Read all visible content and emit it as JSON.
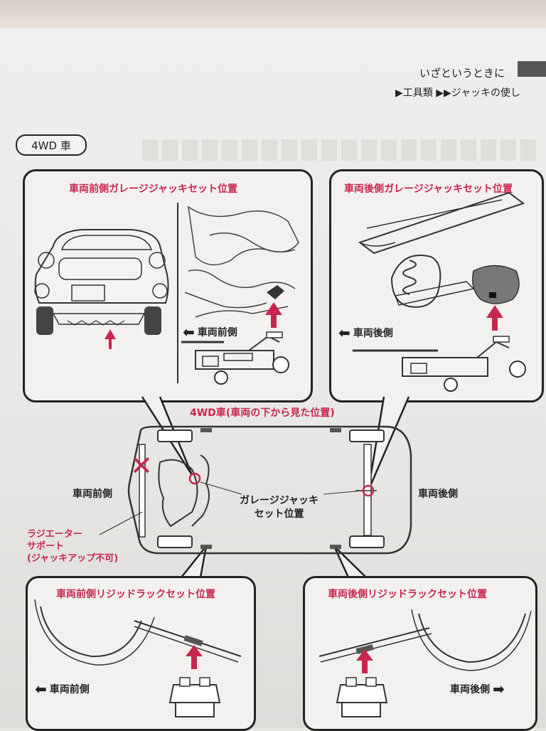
{
  "header": {
    "title": "いざというときに",
    "breadcrumb": "▶工具類 ▶▶ジャッキの使し"
  },
  "section_tag": "4WD 車",
  "panels": {
    "front_garage": {
      "title": "車両前側ガレージジャッキセット位置",
      "direction": "車両前側"
    },
    "rear_garage": {
      "title": "車両後側ガレージジャッキセット位置",
      "direction": "車両後側"
    },
    "front_rigid": {
      "title": "車両前側リジッドラックセット位置",
      "direction": "車両前側"
    },
    "rear_rigid": {
      "title": "車両後側リジッドラックセット位置",
      "direction": "車両後側"
    }
  },
  "underbody": {
    "title": "4WD車(車両の下から見た位置)",
    "front_label": "車両前側",
    "rear_label": "車両後側",
    "jack_point_line1": "ガレージジャッキ",
    "jack_point_line2": "セット位置",
    "radiator_line1": "ラジエーター",
    "radiator_line2": "サポート",
    "radiator_line3": "(ジャッキアップ不可)"
  },
  "colors": {
    "accent": "#c8264e",
    "ink": "#222222"
  }
}
